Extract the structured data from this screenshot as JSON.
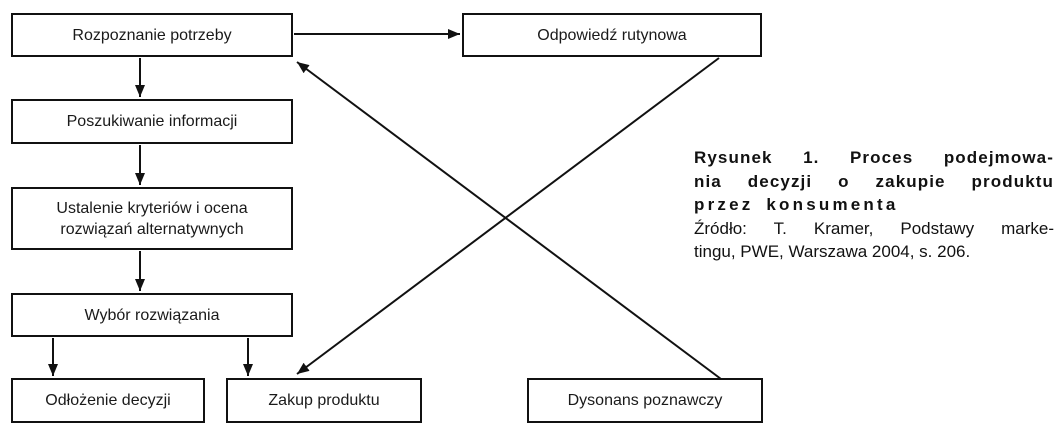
{
  "figure": {
    "nodes": {
      "rozpoznanie": {
        "label": "Rozpoznanie potrzeby"
      },
      "poszukiwanie": {
        "label": "Poszukiwanie informacji"
      },
      "ustalenie": {
        "label": "Ustalenie kryteriów i ocena rozwiązań alternatywnych"
      },
      "wybor": {
        "label": "Wybór rozwiązania"
      },
      "odlozenie": {
        "label": "Odłożenie decyzji"
      },
      "zakup": {
        "label": "Zakup produktu"
      },
      "dysonans": {
        "label": "Dysonans poznawczy"
      },
      "odpowiedz": {
        "label": "Odpowiedź rutynowa"
      }
    },
    "edges": [
      {
        "from": "Rozpoznanie potrzeby",
        "to": "Odpowiedź rutynowa"
      },
      {
        "from": "Rozpoznanie potrzeby",
        "to": "Poszukiwanie informacji"
      },
      {
        "from": "Poszukiwanie informacji",
        "to": "Ustalenie kryteriów i ocena rozwiązań alternatywnych"
      },
      {
        "from": "Ustalenie kryteriów i ocena rozwiązań alternatywnych",
        "to": "Wybór rozwiązania"
      },
      {
        "from": "Wybór rozwiązania",
        "to": "Odłożenie decyzji"
      },
      {
        "from": "Wybór rozwiązania",
        "to": "Zakup produktu"
      },
      {
        "from": "Odpowiedź rutynowa",
        "to": "Zakup produktu"
      },
      {
        "from": "Dysonans poznawczy",
        "to": "Rozpoznanie potrzeby"
      }
    ]
  },
  "caption": {
    "title_lines": {
      "0": "Rysunek 1. Proces podejmowa-",
      "1": "nia decyzji o zakupie produktu",
      "2": "przez konsumenta"
    },
    "source_lines": {
      "0": "Źródło: T. Kramer, Podstawy marke-",
      "1": "tingu, PWE, Warszawa 2004, s. 206."
    }
  },
  "colors": {
    "ink": "#111111",
    "background": "#ffffff"
  }
}
